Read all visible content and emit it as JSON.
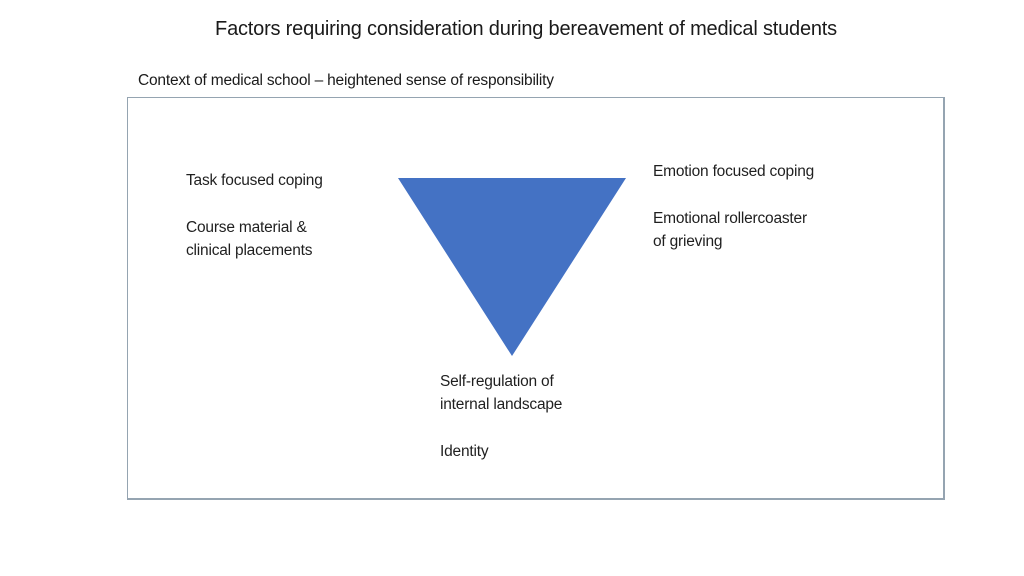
{
  "slide": {
    "title": "Factors requiring consideration during bereavement of medical students",
    "context_label": "Context of medical school – heightened sense of responsibility"
  },
  "panel": {
    "left_block": {
      "heading": "Task focused coping",
      "line1": "Course material &",
      "line2": "clinical placements"
    },
    "right_block": {
      "heading": "Emotion focused coping",
      "line1": "Emotional rollercoaster",
      "line2": "of grieving"
    },
    "bottom_block": {
      "line1": "Self-regulation of",
      "line2": "internal landscape",
      "heading": "Identity"
    }
  },
  "shapes": {
    "triangle": "inverted-triangle"
  },
  "colors": {
    "triangle_fill": "#4472c4",
    "panel_border": "#95a4b1",
    "text": "#1f1f1f",
    "background": "#ffffff"
  }
}
